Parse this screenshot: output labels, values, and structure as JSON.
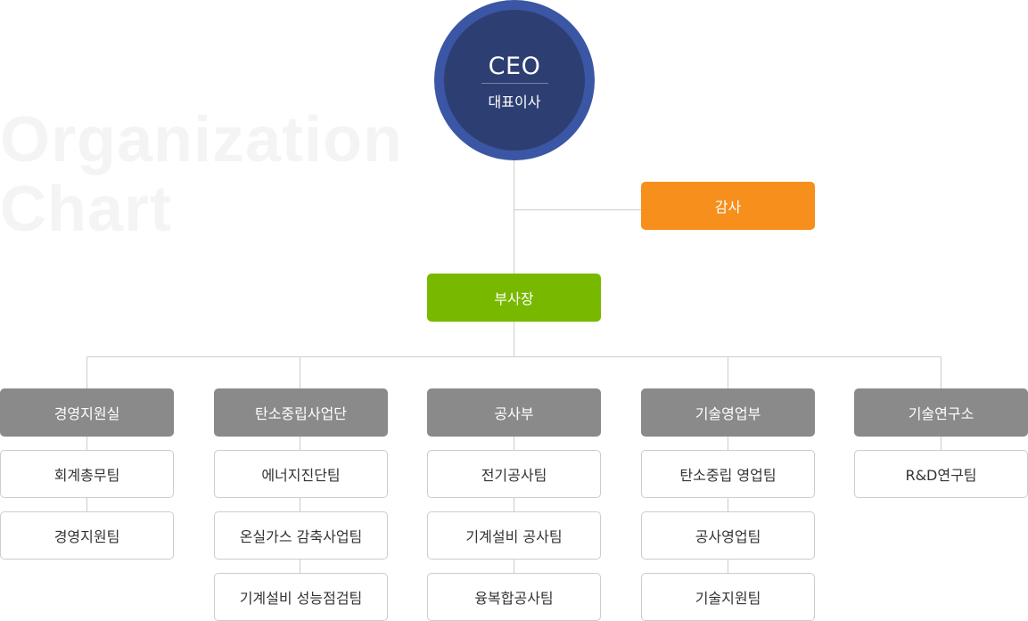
{
  "watermark": "Organization\nChart",
  "ceo": {
    "title": "CEO",
    "subtitle": "대표이사"
  },
  "audit": "감사",
  "vice_president": "부사장",
  "departments": [
    {
      "name": "경영지원실",
      "teams": [
        "회계총무팀",
        "경영지원팀"
      ]
    },
    {
      "name": "탄소중립사업단",
      "teams": [
        "에너지진단팀",
        "온실가스 감축사업팀",
        "기계설비 성능점검팀"
      ]
    },
    {
      "name": "공사부",
      "teams": [
        "전기공사팀",
        "기계설비 공사팀",
        "융복합공사팀"
      ]
    },
    {
      "name": "기술영업부",
      "teams": [
        "탄소중립 영업팀",
        "공사영업팀",
        "기술지원팀"
      ]
    },
    {
      "name": "기술연구소",
      "teams": [
        "R&D연구팀"
      ]
    }
  ],
  "colors": {
    "ceo_ring": "#3a56a4",
    "ceo_fill": "#2d3f72",
    "audit": "#f68f1c",
    "vice_president": "#78b900",
    "department": "#8a8a8a",
    "connector": "#cccccc"
  }
}
